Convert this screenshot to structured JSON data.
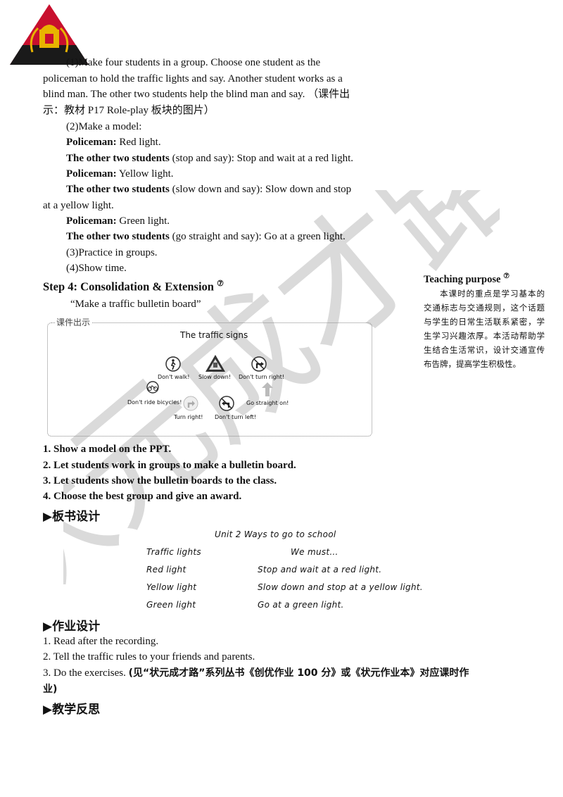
{
  "watermark": "状元成才路",
  "colors": {
    "logo_red": "#c8102e",
    "logo_gold": "#e8b400",
    "watermark": "#d6d6d6"
  },
  "body_lines": {
    "l1": "(1)Make four students in a group. Choose one student as the",
    "l2": "policeman to hold the traffic lights and say. Another student works as a",
    "l3": "blind man. The other two students help the blind man and say. （课件出",
    "l4": "示：教材 P17 Role-play 板块的图片）",
    "l5": "(2)Make a model:",
    "p1_speaker": "Policeman:",
    "p1_text": " Red light.",
    "o1_speaker": "The other two students",
    "o1_text": " (stop and say): Stop and wait at a red light.",
    "p2_speaker": "Policeman:",
    "p2_text": " Yellow light.",
    "o2_speaker": "The other two students",
    "o2_text": " (slow down and say): Slow down and stop",
    "o2_cont": "at a yellow light.",
    "p3_speaker": "Policeman:",
    "p3_text": " Green light.",
    "o3_speaker": "The other two students",
    "o3_text": " (go straight and say): Go at a green light.",
    "l3p": "(3)Practice in groups.",
    "l4p": "(4)Show time."
  },
  "step4": {
    "title": "Step 4: Consolidation & Extension",
    "mark": "⑦",
    "subtitle": "“Make a traffic bulletin board”"
  },
  "sidebar": {
    "title": "Teaching purpose",
    "mark": "⑦",
    "text": "本课时的重点是学习基本的交通标志与交通规则，这个话题与学生的日常生活联系紧密，学生学习兴趣浓厚。本活动帮助学生结合生活常识，设计交通宣传布告牌，提高学生积极性。"
  },
  "figure": {
    "label": "课件出示",
    "title": "The traffic signs",
    "signs": {
      "dont_walk": "Don't walk!",
      "slow_down": "Slow down!",
      "dont_turn_right": "Don't turn right!",
      "dont_ride": "Don't ride bicycles!",
      "go_straight": "Go straight on!",
      "turn_right": "Turn right!",
      "dont_turn_left": "Don't turn left!"
    }
  },
  "steps": [
    "1. Show a model on the PPT.",
    "2. Let students work in groups to make a bulletin board.",
    "3. Let students show the bulletin boards to the class.",
    "4. Choose the best group and give an award."
  ],
  "board": {
    "heading": "▶板书设计",
    "title": "Unit 2    Ways to go to school",
    "left_head": "Traffic lights",
    "right_head": "We must…",
    "rows": [
      {
        "left": "Red light",
        "right": "Stop and wait at a red light."
      },
      {
        "left": "Yellow light",
        "right": "Slow down and stop at a yellow light."
      },
      {
        "left": "Green light",
        "right": "Go at a green light."
      }
    ]
  },
  "homework": {
    "heading": "▶作业设计",
    "items": [
      "1. Read after the recording.",
      "2. Tell the traffic rules to your friends and parents."
    ],
    "item3_a": "3. Do   the   exercises.",
    "item3_b": "(见“状元成才路”系列丛书《创优作业 100 分》或《状元作业本》对应课时作",
    "item3_c": "业)"
  },
  "reflection": {
    "heading": "▶教学反思"
  }
}
